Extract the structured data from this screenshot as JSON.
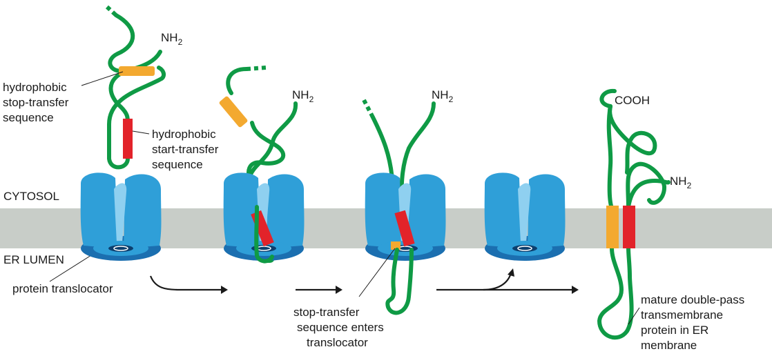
{
  "labels": {
    "cytosol": "CYTOSOL",
    "er_lumen": "ER LUMEN",
    "protein_translocator": "protein translocator",
    "hydrophobic_stop_transfer": [
      "hydrophobic",
      "stop-transfer",
      "sequence"
    ],
    "hydrophobic_start_transfer": [
      "hydrophobic",
      "start-transfer",
      "sequence"
    ],
    "stop_transfer_enters": [
      "stop-transfer",
      "sequence enters",
      "translocator"
    ],
    "mature_protein": [
      "mature double-pass",
      "transmembrane",
      "protein in ER",
      "membrane"
    ],
    "nh2": "NH",
    "nh2_sub": "2",
    "cooh": "COOH"
  },
  "colors": {
    "membrane": "#c8cdc8",
    "translocator": "#2f9fd8",
    "translocator_dark": "#1b6fb0",
    "translocator_light": "#8fd0f0",
    "chain": "#0f9a45",
    "stop_transfer": "#f3a930",
    "start_transfer": "#e2232a"
  }
}
